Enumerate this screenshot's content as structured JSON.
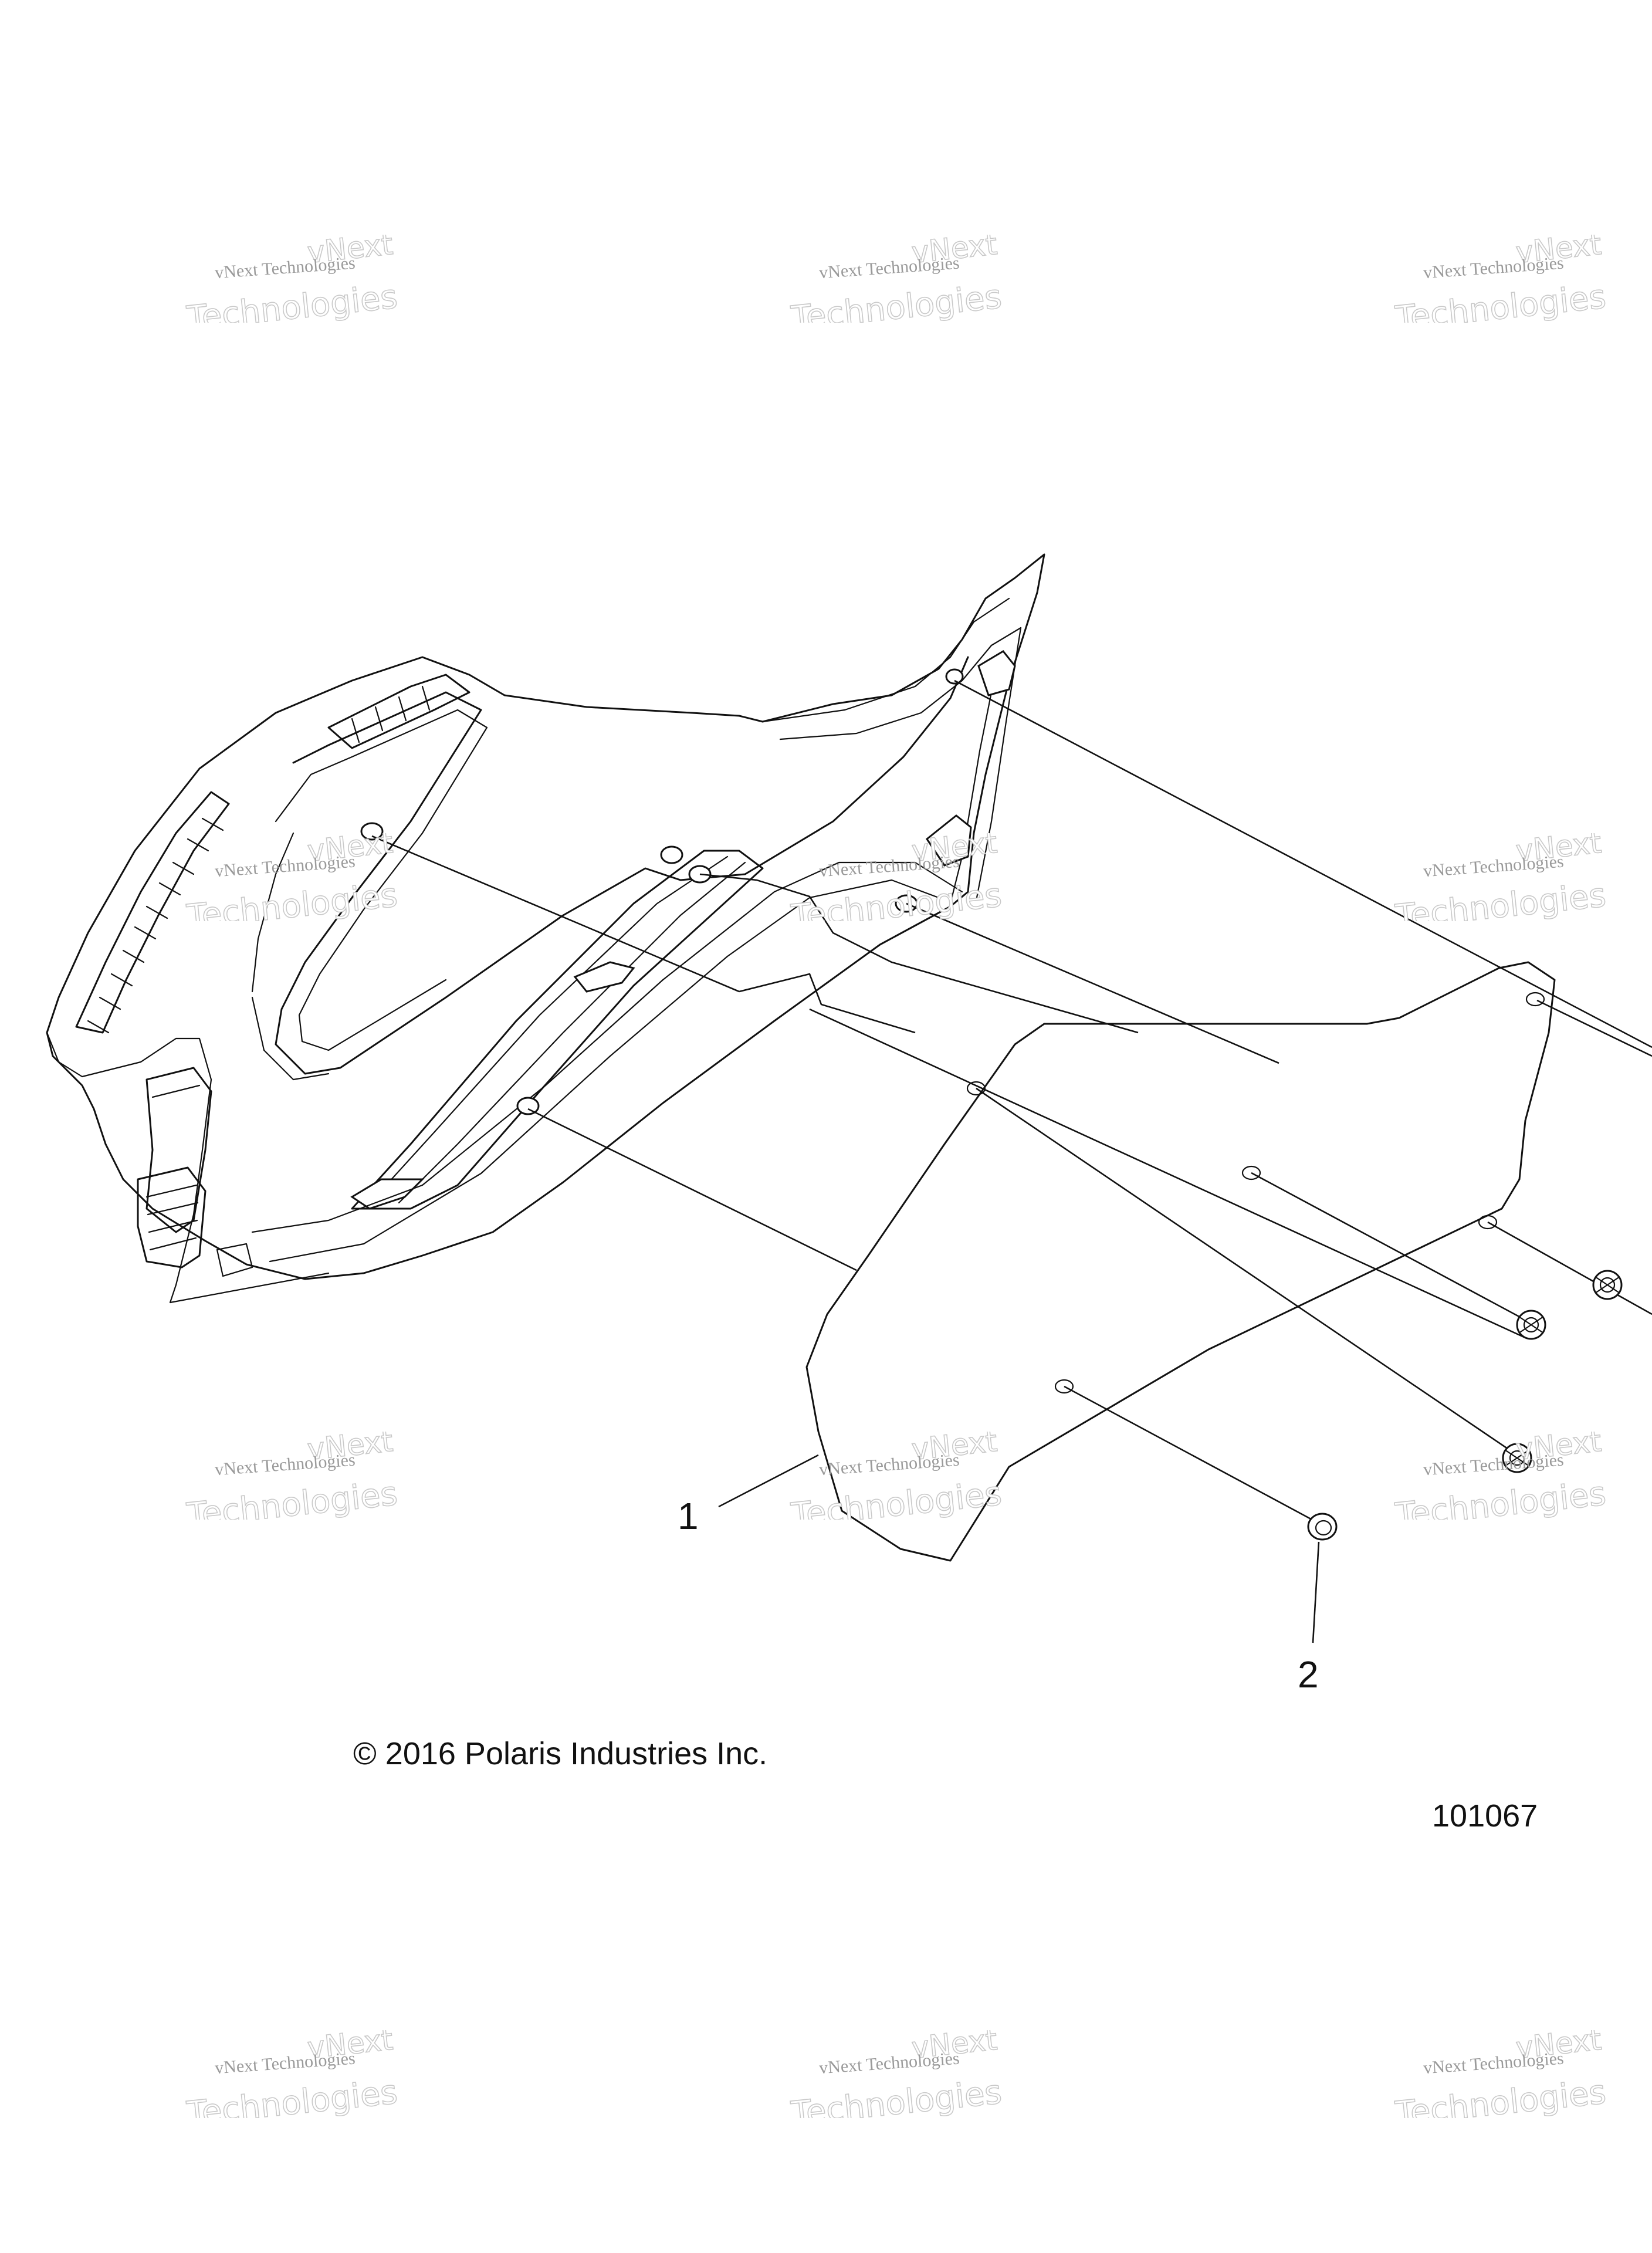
{
  "callouts": [
    {
      "id": "1",
      "label": "1"
    },
    {
      "id": "2",
      "label": "2"
    }
  ],
  "copyright": "© 2016 Polaris Industries Inc.",
  "figure_number": "101067",
  "watermark": {
    "line_small": "vNext Technologies",
    "line_big_1": "vNext",
    "line_big_2": "Technologies"
  }
}
